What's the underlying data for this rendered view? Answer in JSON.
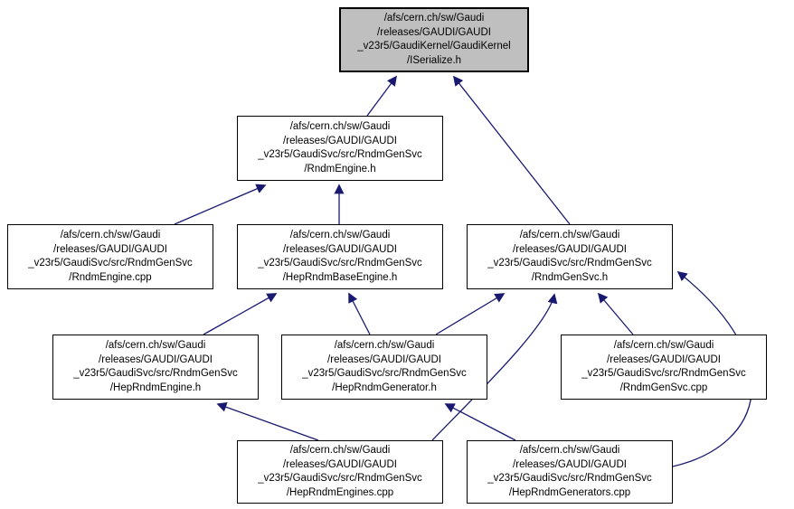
{
  "diagram": {
    "kind": "include-dependency-graph",
    "root_file": "/afs/cern.ch/sw/Gaudi/releases/GAUDI/GAUDI_v23r5/GaudiKernel/GaudiKernel/ISerialize.h",
    "colors": {
      "root_node_fill": "#bfbfbf",
      "node_fill": "#ffffff",
      "node_border": "#000000",
      "edge": "#191970",
      "background": "#ffffff"
    }
  },
  "nodes": {
    "iserialize_h": {
      "lines": [
        "/afs/cern.ch/sw/Gaudi",
        "/releases/GAUDI/GAUDI",
        "_v23r5/GaudiKernel/GaudiKernel",
        "/ISerialize.h"
      ]
    },
    "rndmengine_h": {
      "lines": [
        "/afs/cern.ch/sw/Gaudi",
        "/releases/GAUDI/GAUDI",
        "_v23r5/GaudiSvc/src/RndmGenSvc",
        "/RndmEngine.h"
      ]
    },
    "rndmengine_cpp": {
      "lines": [
        "/afs/cern.ch/sw/Gaudi",
        "/releases/GAUDI/GAUDI",
        "_v23r5/GaudiSvc/src/RndmGenSvc",
        "/RndmEngine.cpp"
      ]
    },
    "heprndmbaseengine_h": {
      "lines": [
        "/afs/cern.ch/sw/Gaudi",
        "/releases/GAUDI/GAUDI",
        "_v23r5/GaudiSvc/src/RndmGenSvc",
        "/HepRndmBaseEngine.h"
      ]
    },
    "rndmgensvc_h": {
      "lines": [
        "/afs/cern.ch/sw/Gaudi",
        "/releases/GAUDI/GAUDI",
        "_v23r5/GaudiSvc/src/RndmGenSvc",
        "/RndmGenSvc.h"
      ]
    },
    "heprndmengine_h": {
      "lines": [
        "/afs/cern.ch/sw/Gaudi",
        "/releases/GAUDI/GAUDI",
        "_v23r5/GaudiSvc/src/RndmGenSvc",
        "/HepRndmEngine.h"
      ]
    },
    "heprndmgenerator_h": {
      "lines": [
        "/afs/cern.ch/sw/Gaudi",
        "/releases/GAUDI/GAUDI",
        "_v23r5/GaudiSvc/src/RndmGenSvc",
        "/HepRndmGenerator.h"
      ]
    },
    "rndmgensvc_cpp": {
      "lines": [
        "/afs/cern.ch/sw/Gaudi",
        "/releases/GAUDI/GAUDI",
        "_v23r5/GaudiSvc/src/RndmGenSvc",
        "/RndmGenSvc.cpp"
      ]
    },
    "heprndmengines_cpp": {
      "lines": [
        "/afs/cern.ch/sw/Gaudi",
        "/releases/GAUDI/GAUDI",
        "_v23r5/GaudiSvc/src/RndmGenSvc",
        "/HepRndmEngines.cpp"
      ]
    },
    "heprndmgenerators_cpp": {
      "lines": [
        "/afs/cern.ch/sw/Gaudi",
        "/releases/GAUDI/GAUDI",
        "_v23r5/GaudiSvc/src/RndmGenSvc",
        "/HepRndmGenerators.cpp"
      ]
    }
  },
  "edges": [
    {
      "from": "rndmengine_h",
      "to": "iserialize_h"
    },
    {
      "from": "rndmgensvc_h",
      "to": "iserialize_h"
    },
    {
      "from": "rndmengine_cpp",
      "to": "rndmengine_h"
    },
    {
      "from": "heprndmbaseengine_h",
      "to": "rndmengine_h"
    },
    {
      "from": "heprndmengine_h",
      "to": "heprndmbaseengine_h"
    },
    {
      "from": "heprndmgenerator_h",
      "to": "heprndmbaseengine_h"
    },
    {
      "from": "heprndmgenerator_h",
      "to": "rndmgensvc_h"
    },
    {
      "from": "heprndmengines_cpp",
      "to": "heprndmengine_h"
    },
    {
      "from": "heprndmengines_cpp",
      "to": "rndmgensvc_h"
    },
    {
      "from": "heprndmgenerators_cpp",
      "to": "heprndmgenerator_h"
    },
    {
      "from": "rndmgensvc_cpp",
      "to": "rndmgensvc_h"
    },
    {
      "from": "heprndmgenerators_cpp",
      "to": "rndmgensvc_h"
    }
  ]
}
